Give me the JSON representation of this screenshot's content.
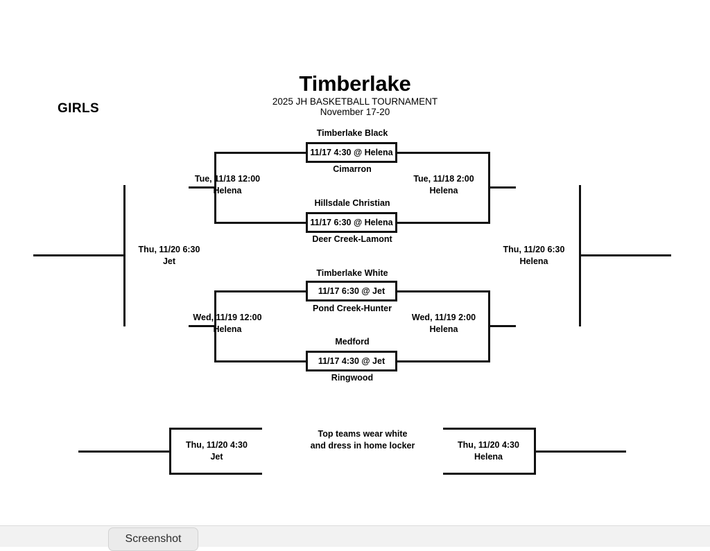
{
  "header": {
    "title": "Timberlake",
    "subtitle": "2025 JH BASKETBALL TOURNAMENT",
    "dates": "November 17-20",
    "division": "GIRLS"
  },
  "first_round": [
    {
      "id": "game-1",
      "top_team": "Timberlake Black",
      "bottom_team": "Cimarron",
      "detail": "11/17 4:30 @ Helena"
    },
    {
      "id": "game-2",
      "top_team": "Hillsdale Christian",
      "bottom_team": "Deer Creek-Lamont",
      "detail": "11/17 6:30 @ Helena"
    },
    {
      "id": "game-3",
      "top_team": "Timberlake White",
      "bottom_team": "Pond Creek-Hunter",
      "detail": "11/17 6:30 @ Jet"
    },
    {
      "id": "game-4",
      "top_team": "Medford",
      "bottom_team": "Ringwood",
      "detail": "11/17 4:30 @ Jet"
    }
  ],
  "rounds": {
    "upper_left": {
      "datetime": "Tue, 11/18 12:00",
      "site": "Helena"
    },
    "upper_right": {
      "datetime": "Tue, 11/18 2:00",
      "site": "Helena"
    },
    "lower_left": {
      "datetime": "Wed, 11/19 12:00",
      "site": "Helena"
    },
    "lower_right": {
      "datetime": "Wed, 11/19 2:00",
      "site": "Helena"
    },
    "final_left": {
      "datetime": "Thu, 11/20 6:30",
      "site": "Jet"
    },
    "final_right": {
      "datetime": "Thu, 11/20 6:30",
      "site": "Helena"
    }
  },
  "consolation": {
    "left": {
      "datetime": "Thu, 11/20 4:30",
      "site": "Jet"
    },
    "right": {
      "datetime": "Thu, 11/20 4:30",
      "site": "Helena"
    }
  },
  "note": {
    "line1": "Top teams wear white",
    "line2": "and dress in home locker"
  },
  "os_chrome": {
    "screenshot_label": "Screenshot"
  },
  "colors": {
    "line": "#111111",
    "background": "#ffffff",
    "chrome": "#ebebeb"
  }
}
